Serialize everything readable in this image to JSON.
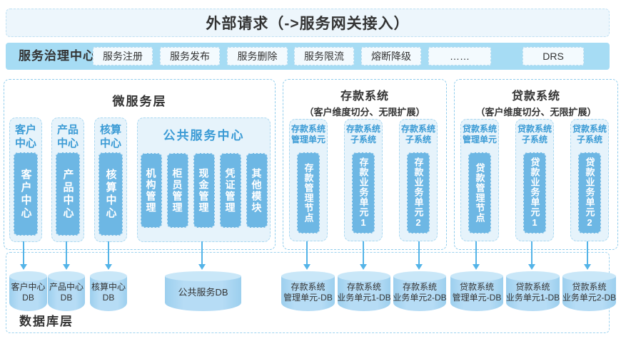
{
  "top_bar": {
    "title": "外部请求（->服务网关接入）"
  },
  "governance": {
    "label": "服务治理中心",
    "items": [
      "服务注册",
      "服务发布",
      "服务删除",
      "服务限流",
      "熔断降级",
      "……"
    ],
    "drs": "DRS"
  },
  "micro": {
    "title": "微服务层",
    "centers": [
      {
        "header": "客户中心",
        "unit": "客户中心"
      },
      {
        "header": "产品中心",
        "unit": "产品中心"
      },
      {
        "header": "核算中心",
        "unit": "核算中心"
      }
    ],
    "public_center": {
      "title": "公共服务中心",
      "modules": [
        "机构管理",
        "柜员管理",
        "现金管理",
        "凭证管理",
        "其他模块"
      ]
    }
  },
  "deposit": {
    "title": "存款系统",
    "subtitle": "（客户维度切分、无限扩展）",
    "columns": [
      {
        "header": "存款系统管理单元",
        "unit": "存款管理节点"
      },
      {
        "header": "存款系统子系统",
        "unit": "存款业务单元1"
      },
      {
        "header": "存款系统子系统",
        "unit": "存款业务单元2"
      }
    ]
  },
  "loan": {
    "title": "贷款系统",
    "subtitle": "（客户维度切分、无限扩展）",
    "columns": [
      {
        "header": "贷款系统管理单元",
        "unit": "贷款管理节点"
      },
      {
        "header": "贷款系统子系统",
        "unit": "贷款业务单元1"
      },
      {
        "header": "贷款系统子系统",
        "unit": "贷款业务单元2"
      }
    ]
  },
  "database": {
    "label": "数据库层",
    "cylinders": [
      {
        "line1": "客户中心",
        "line2": "DB"
      },
      {
        "line1": "产品中心",
        "line2": "DB"
      },
      {
        "line1": "核算中心",
        "line2": "DB"
      },
      {
        "line1": "公共服务DB",
        "line2": ""
      },
      {
        "line1": "存款系统",
        "line2": "管理单元-DB"
      },
      {
        "line1": "存款系统",
        "line2": "业务单元1-DB"
      },
      {
        "line1": "存款系统",
        "line2": "业务单元2-DB"
      },
      {
        "line1": "贷款系统",
        "line2": "管理单元-DB"
      },
      {
        "line1": "贷款系统",
        "line2": "业务单元1-DB"
      },
      {
        "line1": "贷款系统",
        "line2": "业务单元2-DB"
      }
    ]
  },
  "colors": {
    "governance_bar": "#a6dcf4",
    "pillar_blue": "#6db7e4",
    "card_bg": "#e6f3fb",
    "header_blue": "#3b9bd5",
    "cylinder_body": "#abd7f2",
    "cylinder_top": "#c9e7f8",
    "arrow": "#54b4e8",
    "text_dark": "#333333"
  }
}
